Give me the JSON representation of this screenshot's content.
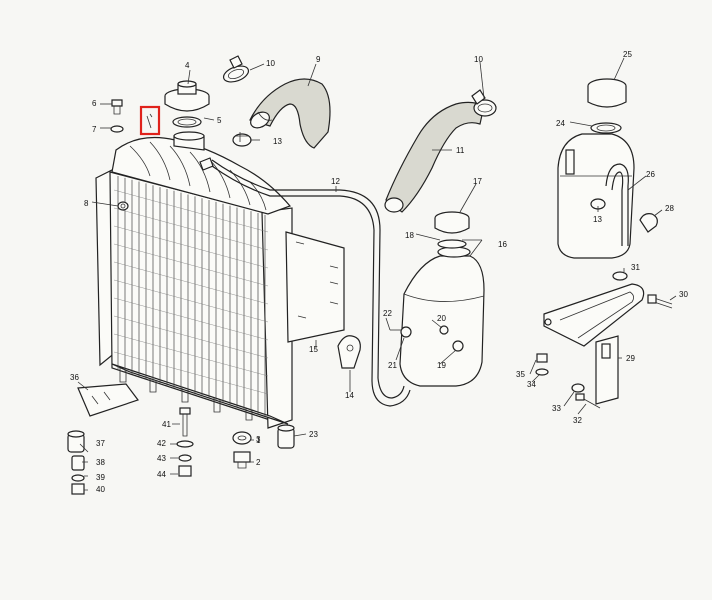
{
  "diagram": {
    "highlight_color": "#e0221b",
    "labels": {
      "l1": "1",
      "l2": "2",
      "l3": "3",
      "l4": "4",
      "l5": "5",
      "l6": "6",
      "l7": "7",
      "l8": "8",
      "l9": "9",
      "l10a": "10",
      "l10b": "10",
      "l11": "11",
      "l12": "12",
      "l13a": "13",
      "l13b": "13",
      "l14": "14",
      "l15": "15",
      "l16": "16",
      "l17": "17",
      "l18": "18",
      "l19": "19",
      "l20": "20",
      "l21": "21",
      "l22": "22",
      "l23": "23",
      "l24": "24",
      "l25": "25",
      "l26": "26",
      "l28": "28",
      "l29": "29",
      "l30": "30",
      "l31": "31",
      "l32": "32",
      "l33": "33",
      "l34": "34",
      "l35": "35",
      "l36": "36",
      "l37": "37",
      "l38": "38",
      "l39": "39",
      "l40": "40",
      "l41": "41",
      "l42": "42",
      "l43": "43",
      "l44": "44"
    }
  }
}
